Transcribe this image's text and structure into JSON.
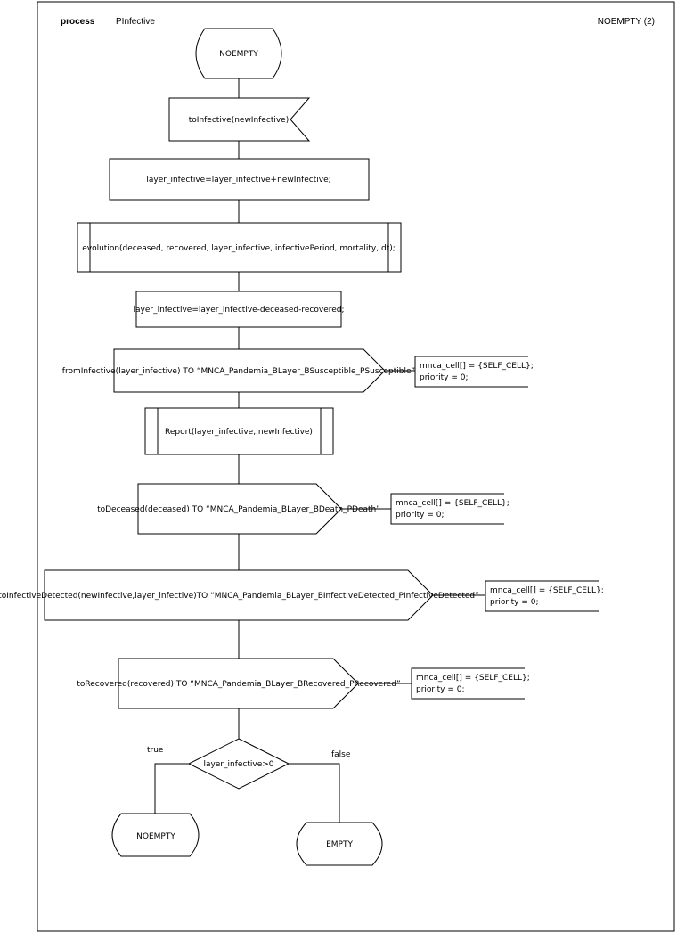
{
  "header": {
    "keyword": "process",
    "name": "PInfective",
    "page_label": "NOEMPTY (2)"
  },
  "states": {
    "start": "NOEMPTY",
    "end_true": "NOEMPTY",
    "end_false": "EMPTY"
  },
  "input_signal": "toInfective(newInfective)",
  "tasks": {
    "add_infective": "layer_infective=layer_infective+newInfective;",
    "subtract_infective": "layer_infective=layer_infective-deceased-recovered;"
  },
  "procedures": {
    "evolution": "evolution(deceased, recovered, layer_infective, infectivePeriod, mortality, dt);",
    "report": "Report(layer_infective, newInfective)"
  },
  "outputs": [
    {
      "signal": "fromInfective(layer_infective) TO “MNCA_Pandemia_BLayer_BSusceptible_PSusceptible”",
      "comment_line1": "mnca_cell[] = {SELF_CELL};",
      "comment_line2": "priority = 0;"
    },
    {
      "signal": "toDeceased(deceased) TO “MNCA_Pandemia_BLayer_BDeath_PDeath”",
      "comment_line1": "mnca_cell[] = {SELF_CELL};",
      "comment_line2": "priority = 0;"
    },
    {
      "signal": "toInfectiveDetected(newInfective,layer_infective)TO “MNCA_Pandemia_BLayer_BInfectiveDetected_PInfectiveDetected”",
      "comment_line1": "mnca_cell[] = {SELF_CELL};",
      "comment_line2": "priority = 0;"
    },
    {
      "signal": "toRecovered(recovered) TO “MNCA_Pandemia_BLayer_BRecovered_PRecovered”",
      "comment_line1": "mnca_cell[] = {SELF_CELL};",
      "comment_line2": "priority = 0;"
    }
  ],
  "decision": {
    "condition": "layer_infective>0",
    "true_label": "true",
    "false_label": "false"
  }
}
